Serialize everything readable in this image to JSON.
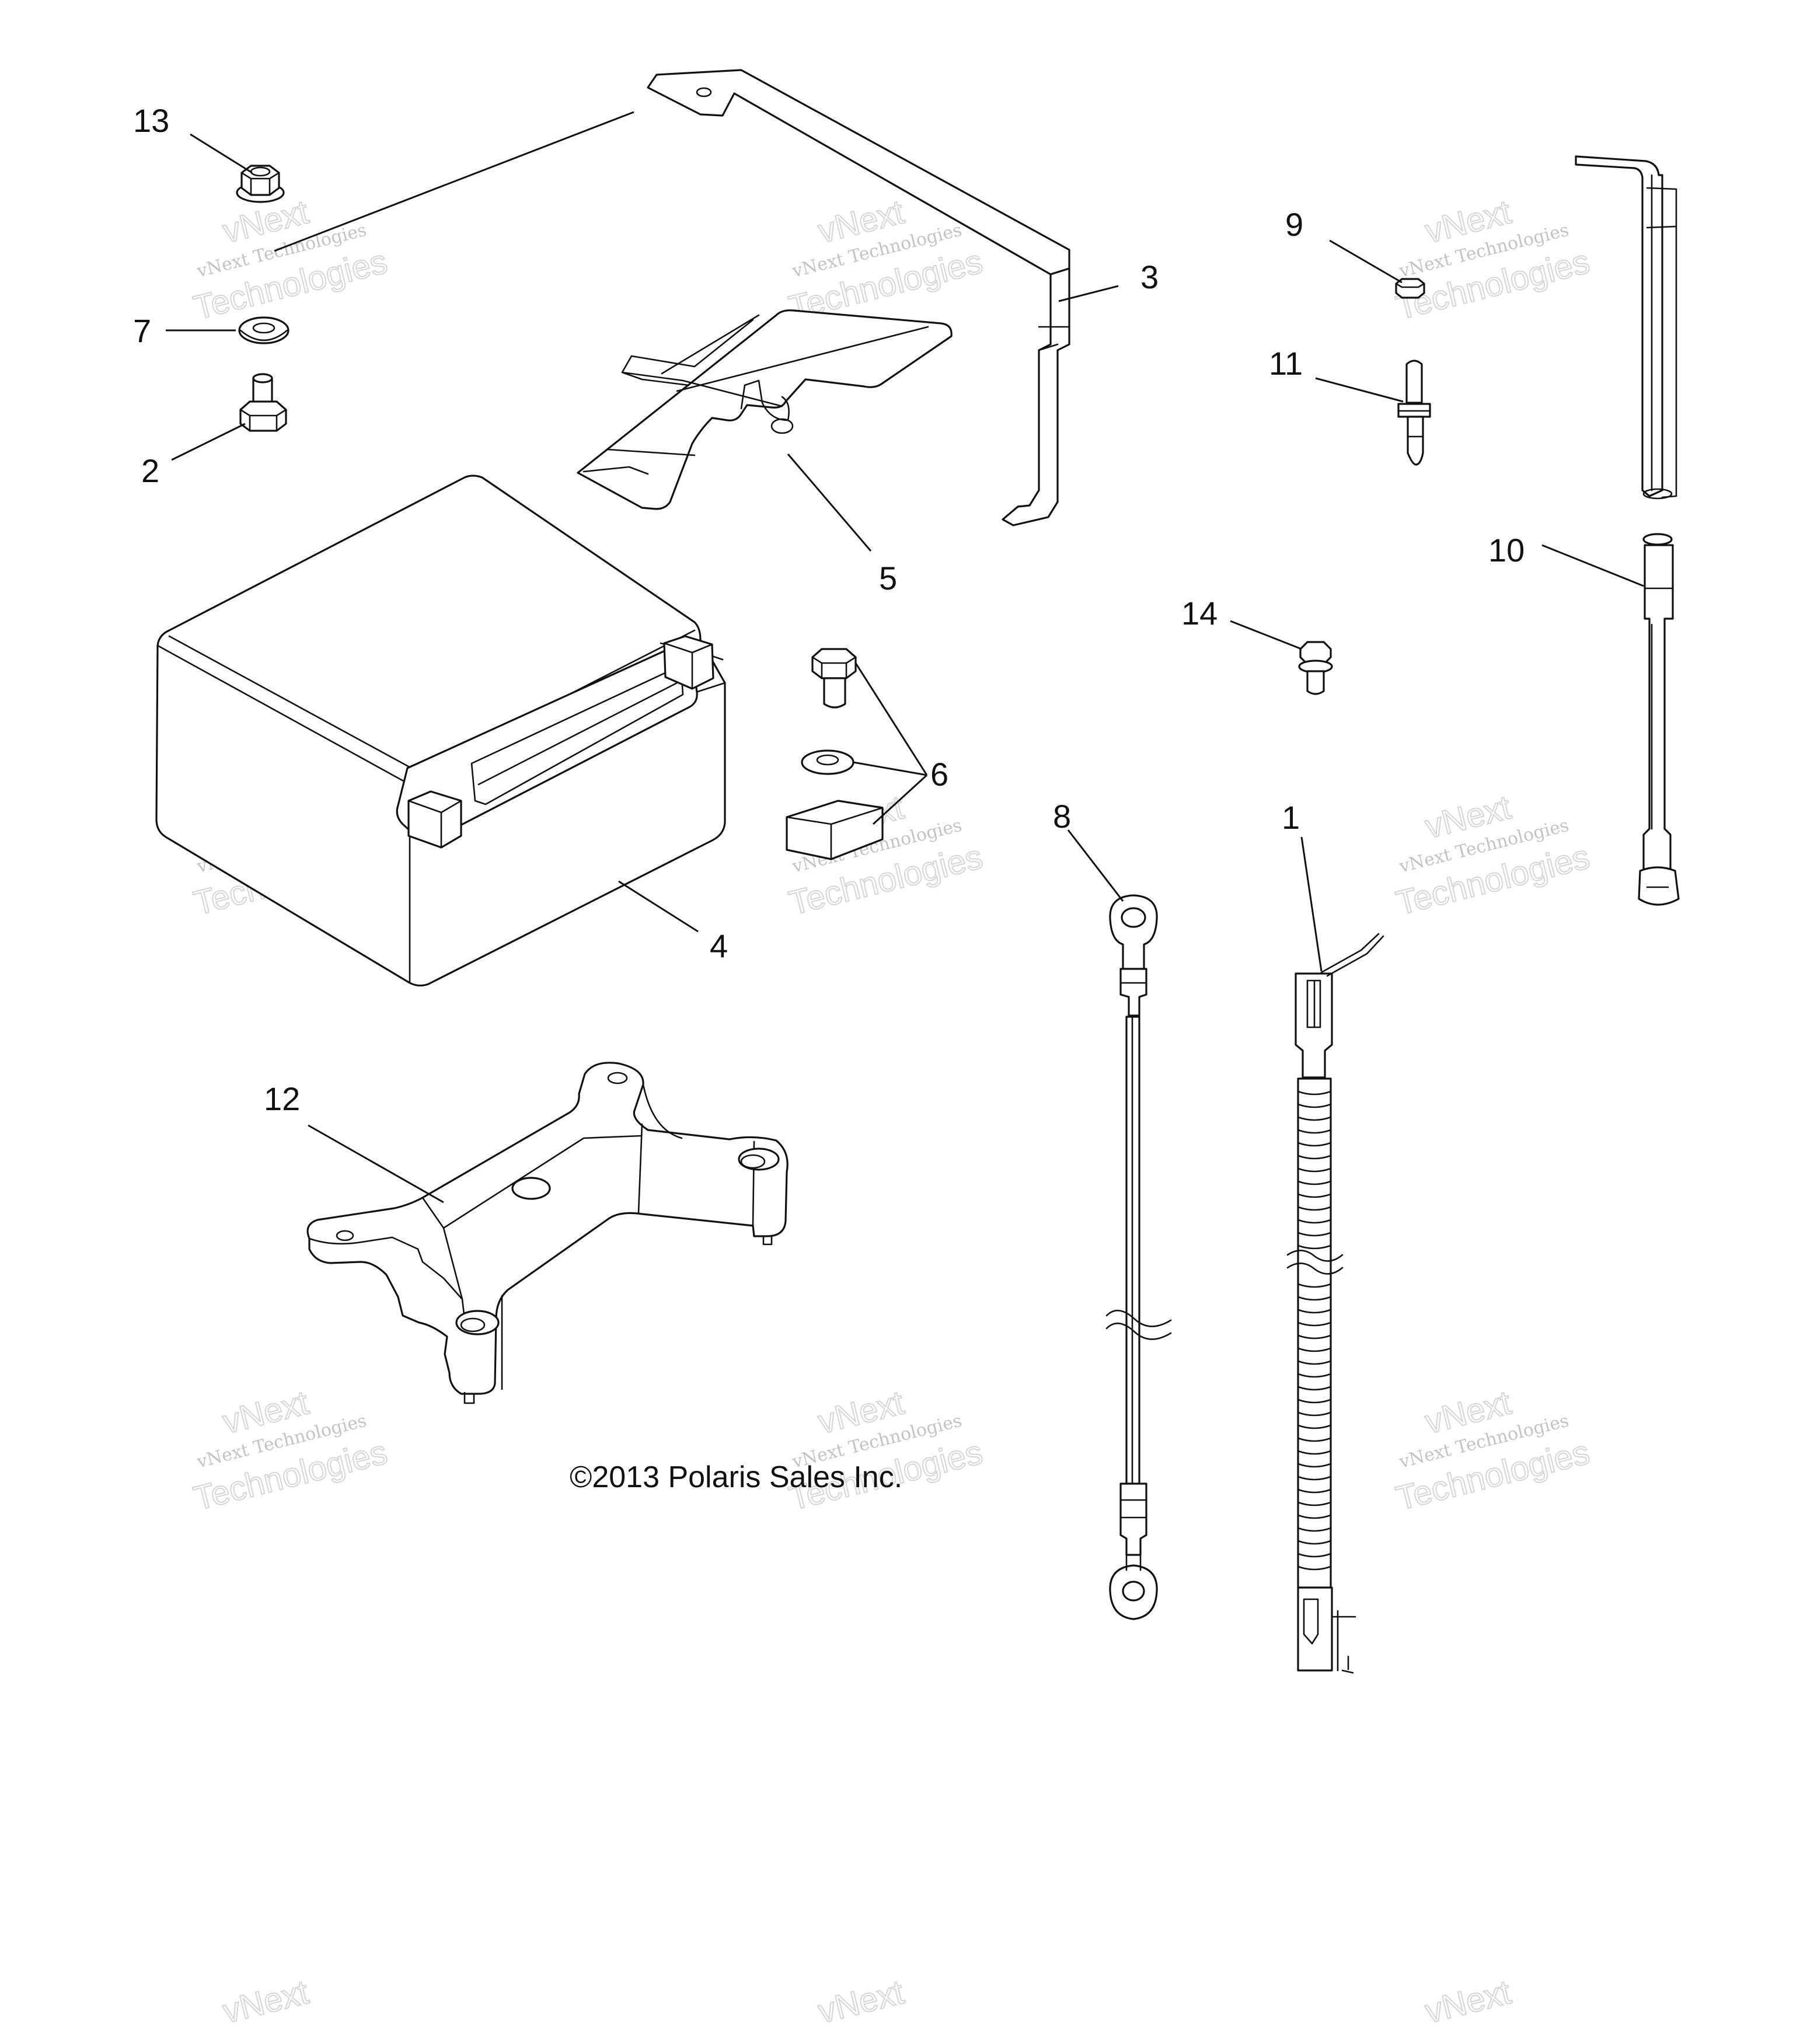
{
  "copyright": "©2013 Polaris Sales Inc.",
  "callouts": [
    {
      "id": "callout-1",
      "label": "1"
    },
    {
      "id": "callout-2",
      "label": "2"
    },
    {
      "id": "callout-3",
      "label": "3"
    },
    {
      "id": "callout-4",
      "label": "4"
    },
    {
      "id": "callout-5",
      "label": "5"
    },
    {
      "id": "callout-6",
      "label": "6"
    },
    {
      "id": "callout-7",
      "label": "7"
    },
    {
      "id": "callout-8",
      "label": "8"
    },
    {
      "id": "callout-9",
      "label": "9"
    },
    {
      "id": "callout-10",
      "label": "10"
    },
    {
      "id": "callout-11",
      "label": "11"
    },
    {
      "id": "callout-12",
      "label": "12"
    },
    {
      "id": "callout-13",
      "label": "13"
    },
    {
      "id": "callout-14",
      "label": "14"
    }
  ],
  "watermark": {
    "line1": "vNext Technologies",
    "line2": "vNext",
    "line3": "Technologies"
  },
  "colors": {
    "ink": "#111111",
    "watermark": "#b0b0b0",
    "background": "#ffffff"
  }
}
